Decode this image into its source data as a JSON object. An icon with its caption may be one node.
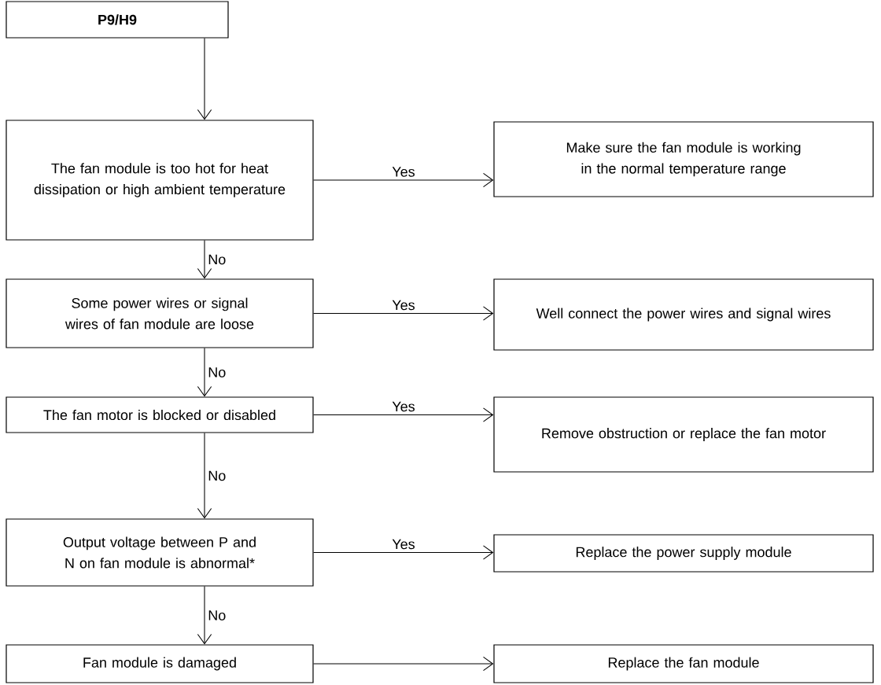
{
  "diagram": {
    "nodes": [
      {
        "text": [
          "P9/H9"
        ]
      },
      {
        "text": [
          "The fan module is too hot for heat dissipation or high ambient temperature"
        ]
      },
      {
        "text": [
          "Make sure the fan module is working in the normal temperature range"
        ]
      },
      {
        "text": [
          "Some power wires or signal wires of fan module are loose"
        ]
      },
      {
        "text": [
          "Well connect the power wires and signal wires"
        ]
      },
      {
        "text": [
          "The fan motor is blocked or disabled"
        ]
      },
      {
        "text": [
          "Remove obstruction or replace the fan motor"
        ]
      },
      {
        "text": [
          "Output voltage between P and N on fan module is abnormal*"
        ]
      },
      {
        "text": [
          "Replace the power supply module"
        ]
      },
      {
        "text": [
          "Fan module is damaged"
        ]
      },
      {
        "text": [
          "Replace the fan module"
        ]
      }
    ],
    "edges": [
      {
        "from": 0,
        "to": 1,
        "arrow": "to"
      },
      {
        "from": 1,
        "to": 2,
        "arrow": "to",
        "label": "Yes"
      },
      {
        "from": 1,
        "to": 3,
        "arrow": "to",
        "label": "No"
      },
      {
        "from": 3,
        "to": 4,
        "arrow": "to",
        "label": "Yes"
      },
      {
        "from": 3,
        "to": 5,
        "arrow": "to",
        "label": "No"
      },
      {
        "from": 5,
        "to": 6,
        "arrow": "to",
        "label": "Yes"
      },
      {
        "from": 5,
        "to": 7,
        "arrow": "to",
        "label": "No"
      },
      {
        "from": 7,
        "to": 8,
        "arrow": "to",
        "label": "Yes"
      },
      {
        "from": 7,
        "to": 9,
        "arrow": "to",
        "label": "No"
      },
      {
        "from": 9,
        "to": 10,
        "arrow": "to"
      }
    ]
  }
}
